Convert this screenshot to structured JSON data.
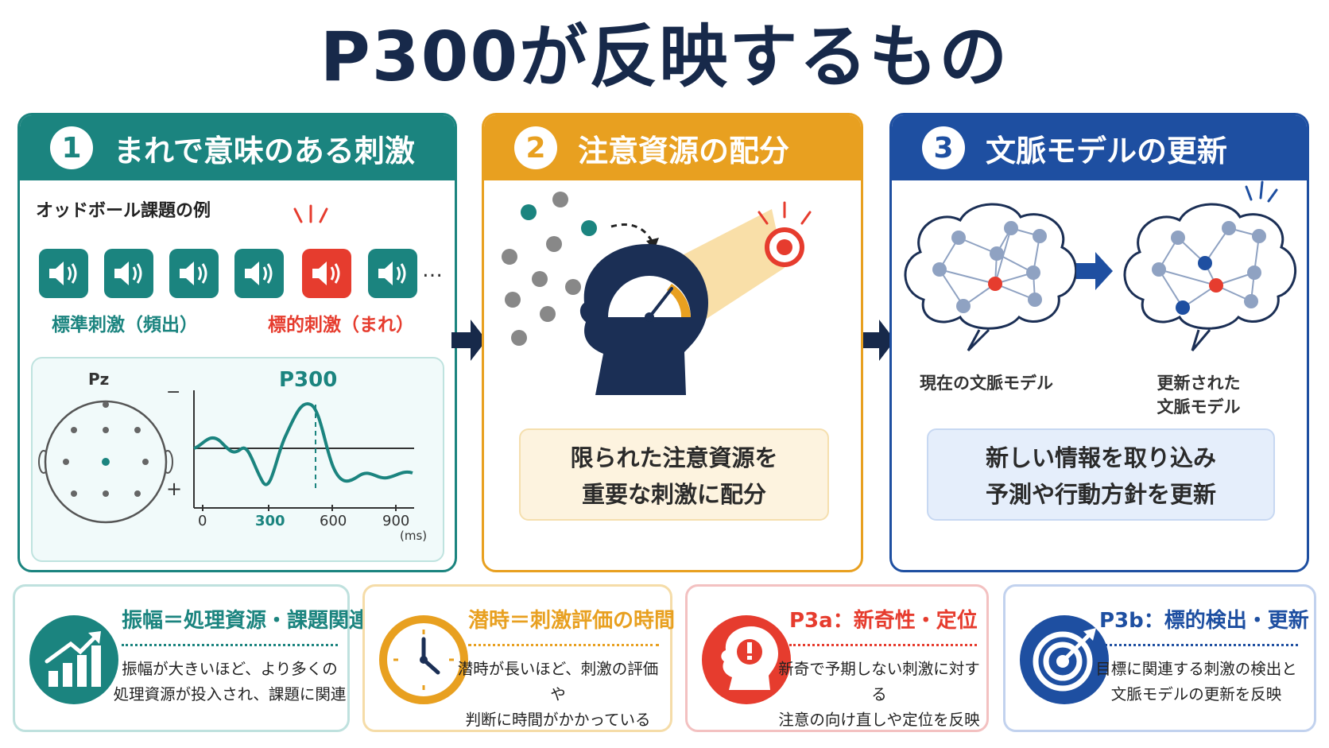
{
  "title": "P300が反映するもの",
  "panels": [
    {
      "num": "1",
      "title": "まれで意味のある刺激"
    },
    {
      "num": "2",
      "title": "注意資源の配分"
    },
    {
      "num": "3",
      "title": "文脈モデルの更新"
    }
  ],
  "oddball": {
    "label": "オッドボール課題の例",
    "ellipsis": "…",
    "standard_label": "標準刺激（頻出）",
    "target_label": "標的刺激（まれ）"
  },
  "erp": {
    "electrode": "Pz",
    "peak_label": "P300",
    "minus": "−",
    "plus": "+",
    "unit": "(ms)",
    "ticks": [
      "0",
      "300",
      "600",
      "900"
    ]
  },
  "attention": {
    "callout_line1": "限られた注意資源を",
    "callout_line2": "重要な刺激に配分"
  },
  "context": {
    "current_label": "現在の文脈モデル",
    "updated_label_line1": "更新された",
    "updated_label_line2": "文脈モデル",
    "callout_line1": "新しい情報を取り込み",
    "callout_line2": "予測や行動方針を更新"
  },
  "cards": [
    {
      "title": "振幅＝処理資源・課題関連性",
      "line1": "振幅が大きいほど、より多くの",
      "line2": "処理資源が投入され、課題に関連"
    },
    {
      "title": "潜時＝刺激評価の時間",
      "line1": "潜時が長いほど、刺激の評価や",
      "line2": "判断に時間がかかっている"
    },
    {
      "title": "P3a：新奇性・定位",
      "line1": "新奇で予期しない刺激に対する",
      "line2": "注意の向け直しや定位を反映"
    },
    {
      "title": "P3b：標的検出・更新",
      "line1": "目標に関連する刺激の検出と",
      "line2": "文脈モデルの更新を反映"
    }
  ],
  "colors": {
    "teal": "#1b847f",
    "orange": "#e8a020",
    "blue": "#1e4fa1",
    "red": "#e63c2e",
    "navy": "#17294a"
  },
  "icons": [
    "speaker-icon",
    "speedometer-head-icon",
    "alert-target-icon",
    "brain-network-icon",
    "bar-chart-up-icon",
    "clock-icon",
    "head-alert-icon",
    "target-arrow-icon"
  ]
}
